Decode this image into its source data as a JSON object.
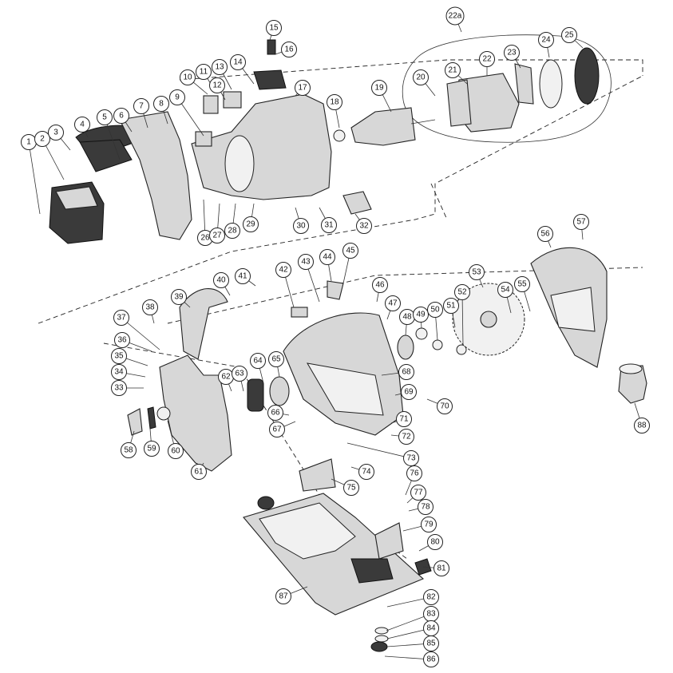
{
  "diagram": {
    "callouts": [
      {
        "id": "c1",
        "label": "1"
      },
      {
        "id": "c2",
        "label": "2"
      },
      {
        "id": "c3",
        "label": "3"
      },
      {
        "id": "c4",
        "label": "4"
      },
      {
        "id": "c5",
        "label": "5"
      },
      {
        "id": "c6",
        "label": "6"
      },
      {
        "id": "c7",
        "label": "7"
      },
      {
        "id": "c8",
        "label": "8"
      },
      {
        "id": "c9",
        "label": "9"
      },
      {
        "id": "c10",
        "label": "10"
      },
      {
        "id": "c11",
        "label": "11"
      },
      {
        "id": "c12",
        "label": "12"
      },
      {
        "id": "c13",
        "label": "13"
      },
      {
        "id": "c14",
        "label": "14"
      },
      {
        "id": "c15",
        "label": "15"
      },
      {
        "id": "c16",
        "label": "16"
      },
      {
        "id": "c17",
        "label": "17"
      },
      {
        "id": "c18",
        "label": "18"
      },
      {
        "id": "c19",
        "label": "19"
      },
      {
        "id": "c20",
        "label": "20"
      },
      {
        "id": "c21",
        "label": "21"
      },
      {
        "id": "c22",
        "label": "22"
      },
      {
        "id": "c22a",
        "label": "22a"
      },
      {
        "id": "c23",
        "label": "23"
      },
      {
        "id": "c24",
        "label": "24"
      },
      {
        "id": "c25",
        "label": "25"
      },
      {
        "id": "c26",
        "label": "26"
      },
      {
        "id": "c27",
        "label": "27"
      },
      {
        "id": "c28",
        "label": "28"
      },
      {
        "id": "c29",
        "label": "29"
      },
      {
        "id": "c30",
        "label": "30"
      },
      {
        "id": "c31",
        "label": "31"
      },
      {
        "id": "c32",
        "label": "32"
      },
      {
        "id": "c33",
        "label": "33"
      },
      {
        "id": "c34",
        "label": "34"
      },
      {
        "id": "c35",
        "label": "35"
      },
      {
        "id": "c36",
        "label": "36"
      },
      {
        "id": "c37",
        "label": "37"
      },
      {
        "id": "c38",
        "label": "38"
      },
      {
        "id": "c39",
        "label": "39"
      },
      {
        "id": "c40",
        "label": "40"
      },
      {
        "id": "c41",
        "label": "41"
      },
      {
        "id": "c42",
        "label": "42"
      },
      {
        "id": "c43",
        "label": "43"
      },
      {
        "id": "c44",
        "label": "44"
      },
      {
        "id": "c45",
        "label": "45"
      },
      {
        "id": "c46",
        "label": "46"
      },
      {
        "id": "c47",
        "label": "47"
      },
      {
        "id": "c48",
        "label": "48"
      },
      {
        "id": "c49",
        "label": "49"
      },
      {
        "id": "c50",
        "label": "50"
      },
      {
        "id": "c51",
        "label": "51"
      },
      {
        "id": "c52",
        "label": "52"
      },
      {
        "id": "c53",
        "label": "53"
      },
      {
        "id": "c54",
        "label": "54"
      },
      {
        "id": "c55",
        "label": "55"
      },
      {
        "id": "c56",
        "label": "56"
      },
      {
        "id": "c57",
        "label": "57"
      },
      {
        "id": "c58",
        "label": "58"
      },
      {
        "id": "c59",
        "label": "59"
      },
      {
        "id": "c60",
        "label": "60"
      },
      {
        "id": "c61",
        "label": "61"
      },
      {
        "id": "c62",
        "label": "62"
      },
      {
        "id": "c63",
        "label": "63"
      },
      {
        "id": "c64",
        "label": "64"
      },
      {
        "id": "c65",
        "label": "65"
      },
      {
        "id": "c66",
        "label": "66"
      },
      {
        "id": "c67",
        "label": "67"
      },
      {
        "id": "c68",
        "label": "68"
      },
      {
        "id": "c69",
        "label": "69"
      },
      {
        "id": "c70",
        "label": "70"
      },
      {
        "id": "c71",
        "label": "71"
      },
      {
        "id": "c72",
        "label": "72"
      },
      {
        "id": "c73",
        "label": "73"
      },
      {
        "id": "c74",
        "label": "74"
      },
      {
        "id": "c75",
        "label": "75"
      },
      {
        "id": "c76",
        "label": "76"
      },
      {
        "id": "c77",
        "label": "77"
      },
      {
        "id": "c78",
        "label": "78"
      },
      {
        "id": "c79",
        "label": "79"
      },
      {
        "id": "c80",
        "label": "80"
      },
      {
        "id": "c81",
        "label": "81"
      },
      {
        "id": "c82",
        "label": "82"
      },
      {
        "id": "c83",
        "label": "83"
      },
      {
        "id": "c84",
        "label": "84"
      },
      {
        "id": "c85",
        "label": "85"
      },
      {
        "id": "c86",
        "label": "86"
      },
      {
        "id": "c87",
        "label": "87"
      },
      {
        "id": "c88",
        "label": "88"
      }
    ]
  }
}
